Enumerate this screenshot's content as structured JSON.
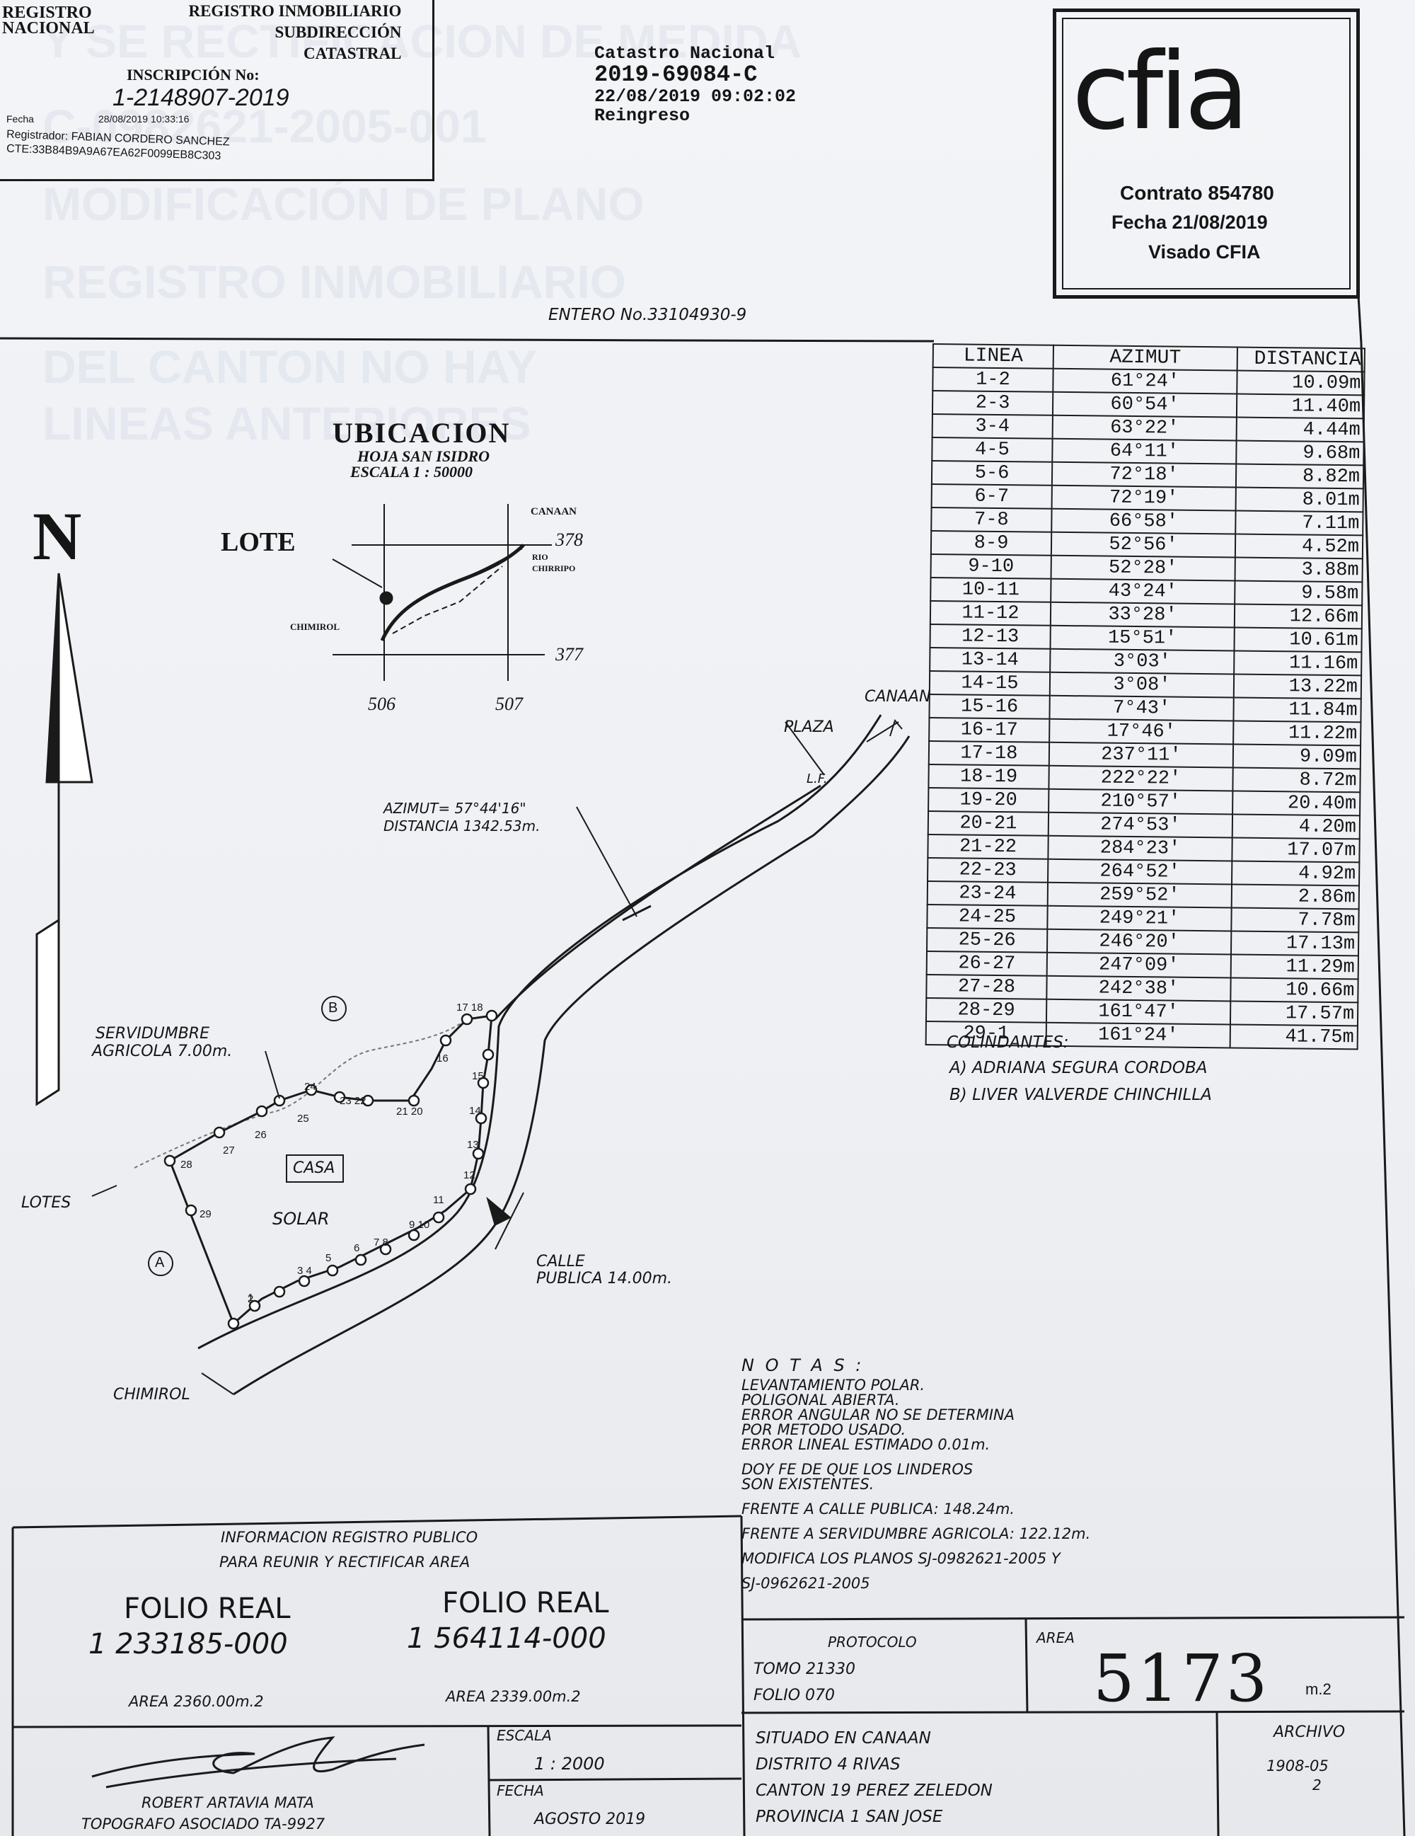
{
  "registry_stamp": {
    "logo_text": [
      "REGISTRO",
      "NACIONAL"
    ],
    "title_lines": [
      "REGISTRO INMOBILIARIO",
      "SUBDIRECCIÓN",
      "CATASTRAL"
    ],
    "inscription_label": "INSCRIPCIÓN No:",
    "inscription_number": "1-2148907-2019",
    "fecha_label": "Fecha",
    "fecha_value": "28/08/2019 10:33:16",
    "registrador": "Registrador: FABIAN CORDERO SANCHEZ",
    "code": "CTE:33B84B9A9A67EA62F0099EB8C303"
  },
  "catastro_stamp": {
    "line1": "Catastro Nacional",
    "line2": "2019-69084-C",
    "line3": "22/08/2019 09:02:02",
    "line4": "Reingreso"
  },
  "cfia_stamp": {
    "logo": "cfia",
    "contrato": "Contrato 854780",
    "fecha": "Fecha 21/08/2019",
    "visado": "Visado CFIA"
  },
  "entero": "ENTERO No.33104930-9",
  "location_map": {
    "title": "UBICACION",
    "hoja": "HOJA SAN ISIDRO",
    "escala": "ESCALA 1 : 50000",
    "lote": "LOTE",
    "canaan": "CANAAN",
    "rio": "RIO",
    "chirripo": "CHIRRIPO",
    "chimirol": "CHIMIROL",
    "grid_378": "378",
    "grid_377": "377",
    "grid_506": "506",
    "grid_507": "507"
  },
  "north_label": "N",
  "table": {
    "headers": [
      "LINEA",
      "AZIMUT",
      "DISTANCIA"
    ],
    "rows": [
      [
        "1-2",
        "61°24'",
        "10.09m"
      ],
      [
        "2-3",
        "60°54'",
        "11.40m"
      ],
      [
        "3-4",
        "63°22'",
        "4.44m"
      ],
      [
        "4-5",
        "64°11'",
        "9.68m"
      ],
      [
        "5-6",
        "72°18'",
        "8.82m"
      ],
      [
        "6-7",
        "72°19'",
        "8.01m"
      ],
      [
        "7-8",
        "66°58'",
        "7.11m"
      ],
      [
        "8-9",
        "52°56'",
        "4.52m"
      ],
      [
        "9-10",
        "52°28'",
        "3.88m"
      ],
      [
        "10-11",
        "43°24'",
        "9.58m"
      ],
      [
        "11-12",
        "33°28'",
        "12.66m"
      ],
      [
        "12-13",
        "15°51'",
        "10.61m"
      ],
      [
        "13-14",
        "3°03'",
        "11.16m"
      ],
      [
        "14-15",
        "3°08'",
        "13.22m"
      ],
      [
        "15-16",
        "7°43'",
        "11.84m"
      ],
      [
        "16-17",
        "17°46'",
        "11.22m"
      ],
      [
        "17-18",
        "237°11'",
        "9.09m"
      ],
      [
        "18-19",
        "222°22'",
        "8.72m"
      ],
      [
        "19-20",
        "210°57'",
        "20.40m"
      ],
      [
        "20-21",
        "274°53'",
        "4.20m"
      ],
      [
        "21-22",
        "284°23'",
        "17.07m"
      ],
      [
        "22-23",
        "264°52'",
        "4.92m"
      ],
      [
        "23-24",
        "259°52'",
        "2.86m"
      ],
      [
        "24-25",
        "249°21'",
        "7.78m"
      ],
      [
        "25-26",
        "246°20'",
        "17.13m"
      ],
      [
        "26-27",
        "247°09'",
        "11.29m"
      ],
      [
        "27-28",
        "242°38'",
        "10.66m"
      ],
      [
        "28-29",
        "161°47'",
        "17.57m"
      ],
      [
        "29-1",
        "161°24'",
        "41.75m"
      ]
    ]
  },
  "colindantes": {
    "title": "COLINDANTES:",
    "a": "A) ADRIANA SEGURA CORDOBA",
    "b": "B) LIVER VALVERDE CHINCHILLA"
  },
  "plan_labels": {
    "canaan": "CANAAN",
    "plaza": "PLAZA",
    "lf": "L.F.",
    "azimut": "AZIMUT= 57°44'16\"",
    "distancia": "DISTANCIA 1342.53m.",
    "servidumbre_1": "SERVIDUMBRE",
    "servidumbre_2": "AGRICOLA 7.00m.",
    "b_marker": "B",
    "a_marker": "A",
    "casa": "CASA",
    "solar": "SOLAR",
    "lotes": "LOTES",
    "calle_1": "CALLE",
    "calle_2": "PUBLICA 14.00m.",
    "chimirol": "CHIMIROL"
  },
  "notas": {
    "title": "N O T A S :",
    "lines": [
      "LEVANTAMIENTO POLAR.",
      "POLIGONAL ABIERTA.",
      "ERROR ANGULAR NO SE DETERMINA",
      "POR METODO USADO.",
      "ERROR LINEAL ESTIMADO   0.01m.",
      "DOY FE DE QUE LOS LINDEROS",
      "SON EXISTENTES.",
      "FRENTE A CALLE PUBLICA: 148.24m.",
      "FRENTE A SERVIDUMBRE AGRICOLA: 122.12m.",
      "MODIFICA LOS PLANOS SJ-0982621-2005 Y",
      "SJ-0962621-2005"
    ]
  },
  "registro_publico": {
    "title_1": "INFORMACION REGISTRO PUBLICO",
    "title_2": "PARA REUNIR Y RECTIFICAR AREA",
    "folio1_label": "FOLIO REAL",
    "folio1_number": "1  233185-000",
    "folio1_area": "AREA 2360.00m.2",
    "folio2_label": "FOLIO REAL",
    "folio2_number": "1  564114-000",
    "folio2_area": "AREA 2339.00m.2"
  },
  "protocolo": {
    "title": "PROTOCOLO",
    "tomo": "TOMO 21330",
    "folio": "FOLIO 070"
  },
  "area": {
    "label": "AREA",
    "value": "5173",
    "unit": "m.2"
  },
  "escala": {
    "label": "ESCALA",
    "value": "1 : 2000"
  },
  "fecha": {
    "label": "FECHA",
    "value": "AGOSTO 2019"
  },
  "topografo": {
    "name": "ROBERT ARTAVIA MATA",
    "title": "TOPOGRAFO ASOCIADO   TA-9927"
  },
  "situado": {
    "lines": [
      "SITUADO EN CANAAN",
      "DISTRITO 4 RIVAS",
      "CANTON 19 PEREZ ZELEDON",
      "PROVINCIA 1 SAN JOSE"
    ]
  },
  "archivo": {
    "label": "ARCHIVO",
    "value": "1908-05",
    "sub": "2"
  }
}
